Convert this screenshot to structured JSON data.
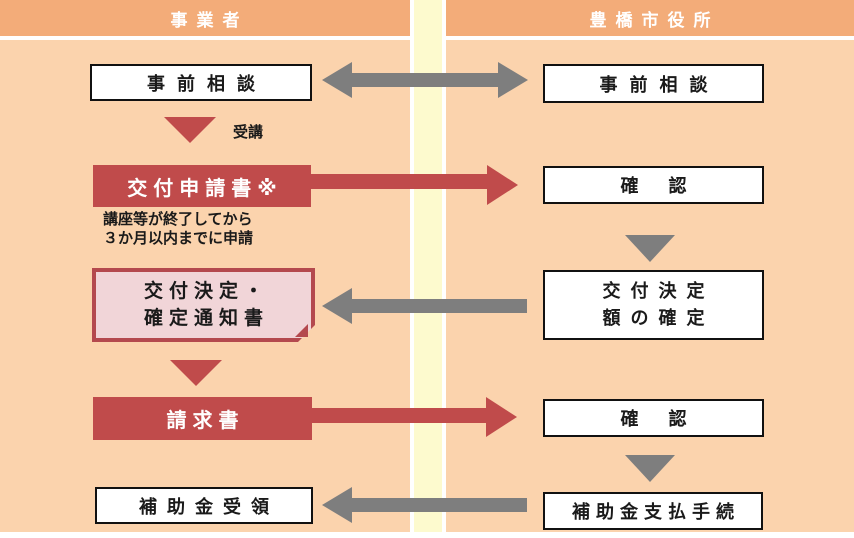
{
  "palette": {
    "body_peach": "#FBD3AD",
    "header_orange": "#F3AC79",
    "stripe_yellow": "#FDFACE",
    "flow_red": "#C04B4B",
    "flow_gray": "#7E7E7E",
    "pink_fill": "#F1D5D8",
    "dark_red_border": "#B4494E",
    "box_border_black": "#111111",
    "text_black": "#1A1A1A",
    "text_white": "#FFFFFF"
  },
  "headers": {
    "left": "事業者",
    "right": "豊橋市役所"
  },
  "left_column": {
    "pre_consult": "事前相談",
    "attend_label": "受講",
    "grant_application": "交付申請書※",
    "application_note_line1": "講座等が終了してから",
    "application_note_line2": "３か月以内までに申請",
    "decision_notice_line1": "交付決定・",
    "decision_notice_line2": "確定通知書",
    "invoice": "請求書",
    "subsidy_receipt": "補助金受領"
  },
  "right_column": {
    "pre_consult": "事前相談",
    "confirm_1": "確　認",
    "grant_decision_line1": "交付決定",
    "grant_decision_line2": "額の確定",
    "confirm_2": "確　認",
    "payment_procedure": "補助金支払手続"
  }
}
